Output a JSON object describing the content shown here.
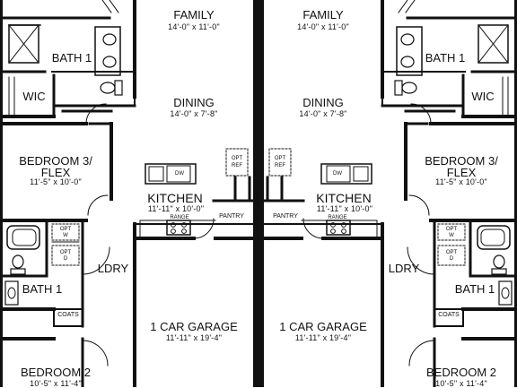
{
  "units": {
    "left": {
      "family": {
        "name": "FAMILY",
        "dim": "14'-0\" x 11'-0\""
      },
      "dining": {
        "name": "DINING",
        "dim": "14'-0\" x 7'-8\""
      },
      "kitchen": {
        "name": "KITCHEN",
        "dim": "11'-11\" x 10'-0\""
      },
      "garage": {
        "name": "1 CAR GARAGE",
        "dim": "11'-11\" x 19'-4\""
      },
      "bath_upper": {
        "name": "BATH 1"
      },
      "wic": {
        "name": "WIC"
      },
      "bedroom3": {
        "name_line1": "BEDROOM 3/",
        "name_line2": "FLEX",
        "dim": "11'-5\" x 10'-0\""
      },
      "bath_lower": {
        "name": "BATH 1"
      },
      "ldry": {
        "name": "LDRY"
      },
      "bedroom2": {
        "name": "BEDROOM 2",
        "dim": "10'-5\" x 11'-4\""
      },
      "coats": "COATS",
      "pantry": "PANTRY",
      "range": "RANGE",
      "dw": "DW",
      "opt_ref": {
        "line1": "OPT",
        "line2": "REF"
      },
      "opt_w": {
        "line1": "OPT",
        "line2": "W"
      },
      "opt_d": {
        "line1": "OPT",
        "line2": "D"
      }
    },
    "right": {
      "family": {
        "name": "FAMILY",
        "dim": "14'-0\" x 11'-0\""
      },
      "dining": {
        "name": "DINING",
        "dim": "14'-0\" x 7'-8\""
      },
      "kitchen": {
        "name": "KITCHEN",
        "dim": "11'-11\" x 10'-0\""
      },
      "garage": {
        "name": "1 CAR GARAGE",
        "dim": "11'-11\" x 19'-4\""
      },
      "bath_upper": {
        "name": "BATH 1"
      },
      "wic": {
        "name": "WIC"
      },
      "bedroom3": {
        "name_line1": "BEDROOM 3/",
        "name_line2": "FLEX",
        "dim": "11'-5\" x 10'-0\""
      },
      "bath_lower": {
        "name": "BATH 1"
      },
      "ldry": {
        "name": "LDRY"
      },
      "bedroom2": {
        "name": "BEDROOM 2",
        "dim": "10'-5\" x 11'-4\""
      },
      "coats": "COATS",
      "pantry": "PANTRY",
      "range": "RANGE",
      "dw": "DW",
      "opt_ref": {
        "line1": "OPT",
        "line2": "REF"
      },
      "opt_w": {
        "line1": "OPT",
        "line2": "W"
      },
      "opt_d": {
        "line1": "OPT",
        "line2": "D"
      }
    }
  }
}
